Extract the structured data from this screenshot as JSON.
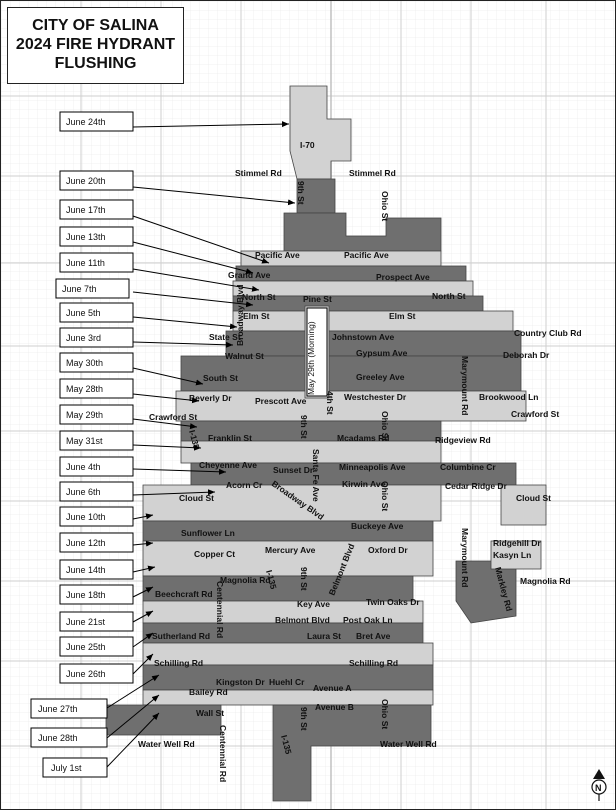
{
  "title": {
    "line1": "CITY OF SALINA",
    "line2": "2024 FIRE HYDRANT",
    "line3": "FLUSHING"
  },
  "north_arrow": {
    "letter": "N",
    "icon": "north-arrow-icon"
  },
  "colors": {
    "dark_zone": "#6f6f6f",
    "light_zone": "#d2d2d2",
    "mid_zone": "#b8b8b8",
    "street_grid": "#e3e3e3",
    "callout_border": "#000000"
  },
  "callouts": [
    "June 24th",
    "June 20th",
    "June 17th",
    "June 13th",
    "June 11th",
    "June 7th",
    "June 5th",
    "June 3rd",
    "May 30th",
    "May 28th",
    "May 29th",
    "May 31st",
    "June 4th",
    "June 6th",
    "June 10th",
    "June 12th",
    "June 14th",
    "June 18th",
    "June 21st",
    "June 25th",
    "June 26th",
    "June 27th",
    "June 28th",
    "July 1st"
  ],
  "vertical_callout": "May 29th (Morning)",
  "streets": [
    "I-70",
    "Stimmel Rd",
    "Stimmel Rd",
    "9th St",
    "Ohio St",
    "Pacific Ave",
    "Pacific Ave",
    "Grand Ave",
    "Prospect Ave",
    "North St",
    "Pine St",
    "North St",
    "Elm St",
    "Elm St",
    "State St",
    "Johnstown Ave",
    "Country Club Rd",
    "Gypsum Ave",
    "Walnut St",
    "Deborah Dr",
    "South St",
    "Broadway Blvd",
    "Greeley Ave",
    "Marymount Rd",
    "Beverly Dr",
    "Prescott Ave",
    "4th St",
    "Westchester Dr",
    "Brookwood Ln",
    "Crawford St",
    "Crawford St",
    "I-135",
    "Franklin St",
    "9th St",
    "Ohio St",
    "Mcadams Rd",
    "Ridgeview Rd",
    "Cheyenne Ave",
    "Sunset Dr",
    "Santa Fe Ave",
    "Minneapolis Ave",
    "Columbine Cr",
    "Acorn Cr",
    "Kirwin Ave",
    "Cedar Ridge Dr",
    "Cloud St",
    "Broadway Blvd",
    "Ohio St",
    "Cloud St",
    "Buckeye Ave",
    "Sunflower Ln",
    "Marymount Rd",
    "Ridgehill Dr",
    "Kasyn Ln",
    "Copper Ct",
    "Mercury Ave",
    "Oxford Dr",
    "Belmont Blvd",
    "Markley Rd",
    "Magnolia Rd",
    "I-135",
    "9th St",
    "Magnolia Rd",
    "Beechcraft Rd",
    "Key Ave",
    "Twin Oaks Dr",
    "Belmont Blvd",
    "Post Oak Ln",
    "Centennial Rd",
    "Laura St",
    "Bret Ave",
    "Sutherland Rd",
    "Schilling Rd",
    "Schilling Rd",
    "Kingston Dr",
    "Huehl Cr",
    "Avenue A",
    "Bailey Rd",
    "Avenue B",
    "Ohio St",
    "9th St",
    "Wall St",
    "I-135",
    "Water Well Rd",
    "Water Well Rd",
    "Centennial Rd"
  ]
}
